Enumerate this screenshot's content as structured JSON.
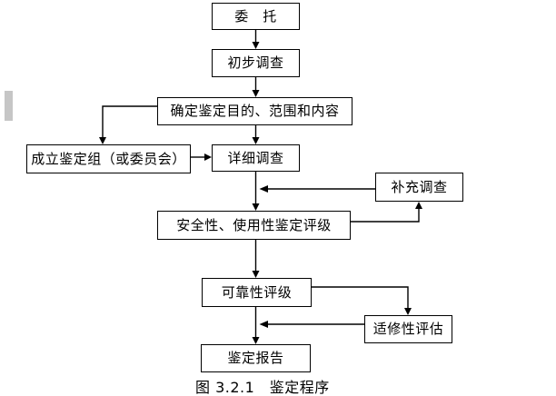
{
  "figure": {
    "caption": "图 3.2.1　鉴定程序",
    "background": "#ffffff",
    "line_color": "#000000",
    "scrollbar_color": "#c6c6c6"
  },
  "nodes": {
    "entrust": {
      "label": "委　托"
    },
    "preliminary_survey": {
      "label": "初步调查"
    },
    "determine_scope": {
      "label": "确定鉴定目的、范围和内容"
    },
    "form_appraisal_group": {
      "label": "成立鉴定组（或委员会）"
    },
    "detailed_survey": {
      "label": "详细调查"
    },
    "supplementary_survey": {
      "label": "补充调查"
    },
    "safety_usability_rating": {
      "label": "安全性、使用性鉴定评级"
    },
    "reliability_rating": {
      "label": "可靠性评级"
    },
    "repairability_assessment": {
      "label": "适修性评估"
    },
    "appraisal_report": {
      "label": "鉴定报告"
    }
  },
  "edges": [
    {
      "from": "entrust",
      "to": "preliminary_survey"
    },
    {
      "from": "preliminary_survey",
      "to": "determine_scope"
    },
    {
      "from": "determine_scope",
      "to": "form_appraisal_group"
    },
    {
      "from": "form_appraisal_group",
      "to": "detailed_survey"
    },
    {
      "from": "determine_scope",
      "to": "detailed_survey"
    },
    {
      "from": "detailed_survey",
      "to": "safety_usability_rating"
    },
    {
      "from": "supplementary_survey",
      "to": "safety_usability_rating",
      "note": "joins vertical line above safety rating"
    },
    {
      "from": "safety_usability_rating",
      "to": "supplementary_survey"
    },
    {
      "from": "safety_usability_rating",
      "to": "reliability_rating"
    },
    {
      "from": "reliability_rating",
      "to": "repairability_assessment"
    },
    {
      "from": "repairability_assessment",
      "to": "appraisal_report",
      "note": "joins vertical line above report"
    },
    {
      "from": "reliability_rating",
      "to": "appraisal_report"
    }
  ]
}
